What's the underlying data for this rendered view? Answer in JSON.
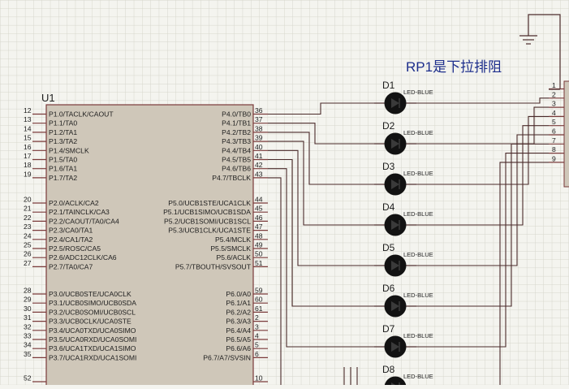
{
  "note_text": "RP1是下拉排阻",
  "chip": {
    "ref": "U1",
    "left_pins": [
      {
        "num": "12",
        "name": "P1.0/TACLK/CAOUT"
      },
      {
        "num": "13",
        "name": "P1.1/TA0"
      },
      {
        "num": "14",
        "name": "P1.2/TA1"
      },
      {
        "num": "15",
        "name": "P1.3/TA2"
      },
      {
        "num": "16",
        "name": "P1.4/SMCLK"
      },
      {
        "num": "17",
        "name": "P1.5/TA0"
      },
      {
        "num": "18",
        "name": "P1.6/TA1"
      },
      {
        "num": "19",
        "name": "P1.7/TA2"
      },
      {
        "num": "20",
        "name": "P2.0/ACLK/CA2"
      },
      {
        "num": "21",
        "name": "P2.1/TAINCLK/CA3"
      },
      {
        "num": "22",
        "name": "P2.2/CAOUT/TA0/CA4"
      },
      {
        "num": "23",
        "name": "P2.3/CA0/TA1"
      },
      {
        "num": "24",
        "name": "P2.4/CA1/TA2"
      },
      {
        "num": "25",
        "name": "P2.5/ROSC/CA5"
      },
      {
        "num": "26",
        "name": "P2.6/ADC12CLK/CA6"
      },
      {
        "num": "27",
        "name": "P2.7/TA0/CA7"
      },
      {
        "num": "28",
        "name": "P3.0/UCB0STE/UCA0CLK"
      },
      {
        "num": "29",
        "name": "P3.1/UCB0SIMO/UCB0SDA"
      },
      {
        "num": "30",
        "name": "P3.2/UCB0SOMI/UCB0SCL"
      },
      {
        "num": "31",
        "name": "P3.3/UCB0CLK/UCA0STE"
      },
      {
        "num": "32",
        "name": "P3.4/UCA0TXD/UCA0SIMO"
      },
      {
        "num": "33",
        "name": "P3.5/UCA0RXD/UCA0SOMI"
      },
      {
        "num": "34",
        "name": "P3.6/UCA1TXD/UCA1SIMO"
      },
      {
        "num": "35",
        "name": "P3.7/UCA1RXD/UCA1SOMI"
      },
      {
        "num": "52",
        "name": ""
      }
    ],
    "right_pins": [
      {
        "num": "36",
        "name": "P4.0/TB0"
      },
      {
        "num": "37",
        "name": "P4.1/TB1"
      },
      {
        "num": "38",
        "name": "P4.2/TB2"
      },
      {
        "num": "39",
        "name": "P4.3/TB3"
      },
      {
        "num": "40",
        "name": "P4.4/TB4"
      },
      {
        "num": "41",
        "name": "P4.5/TB5"
      },
      {
        "num": "42",
        "name": "P4.6/TB6"
      },
      {
        "num": "43",
        "name": "P4.7/TBCLK"
      },
      {
        "num": "44",
        "name": "P5.0/UCB1STE/UCA1CLK"
      },
      {
        "num": "45",
        "name": "P5.1/UCB1SIMO/UCB1SDA"
      },
      {
        "num": "46",
        "name": "P5.2/UCB1SOMI/UCB1SCL"
      },
      {
        "num": "47",
        "name": "P5.3/UCB1CLK/UCA1STE"
      },
      {
        "num": "48",
        "name": "P5.4/MCLK"
      },
      {
        "num": "49",
        "name": "P5.5/SMCLK"
      },
      {
        "num": "50",
        "name": "P5.6/ACLK"
      },
      {
        "num": "51",
        "name": "P5.7/TBOUTH/SVSOUT"
      },
      {
        "num": "59",
        "name": "P6.0/A0"
      },
      {
        "num": "60",
        "name": "P6.1/A1"
      },
      {
        "num": "61",
        "name": "P6.2/A2"
      },
      {
        "num": "2",
        "name": "P6.3/A3"
      },
      {
        "num": "3",
        "name": "P6.4/A4"
      },
      {
        "num": "4",
        "name": "P6.5/A5"
      },
      {
        "num": "5",
        "name": "P6.6/A6"
      },
      {
        "num": "6",
        "name": "P6.7/A7/SVSIN"
      },
      {
        "num": "10",
        "name": ""
      }
    ]
  },
  "leds": [
    {
      "ref": "D1",
      "label": "LED-BLUE"
    },
    {
      "ref": "D2",
      "label": "LED-BLUE"
    },
    {
      "ref": "D3",
      "label": "LED-BLUE"
    },
    {
      "ref": "D4",
      "label": "LED-BLUE"
    },
    {
      "ref": "D5",
      "label": "LED-BLUE"
    },
    {
      "ref": "D6",
      "label": "LED-BLUE"
    },
    {
      "ref": "D7",
      "label": "LED-BLUE"
    },
    {
      "ref": "D8",
      "label": "LED-BLUE"
    }
  ],
  "rpack_pins": [
    "1",
    "2",
    "3",
    "4",
    "5",
    "6",
    "7",
    "8",
    "9"
  ],
  "colors": {
    "background": "#f4f4ef",
    "grid": "#d6d6cc",
    "chip_fill": "#cfc7b9",
    "chip_border": "#7a3a3a",
    "wire": "#4a2a2a",
    "pin_line": "#7a3a3a",
    "pin_text": "#202020",
    "note_text": "#1d2e8c",
    "led_fill": "#121212"
  }
}
